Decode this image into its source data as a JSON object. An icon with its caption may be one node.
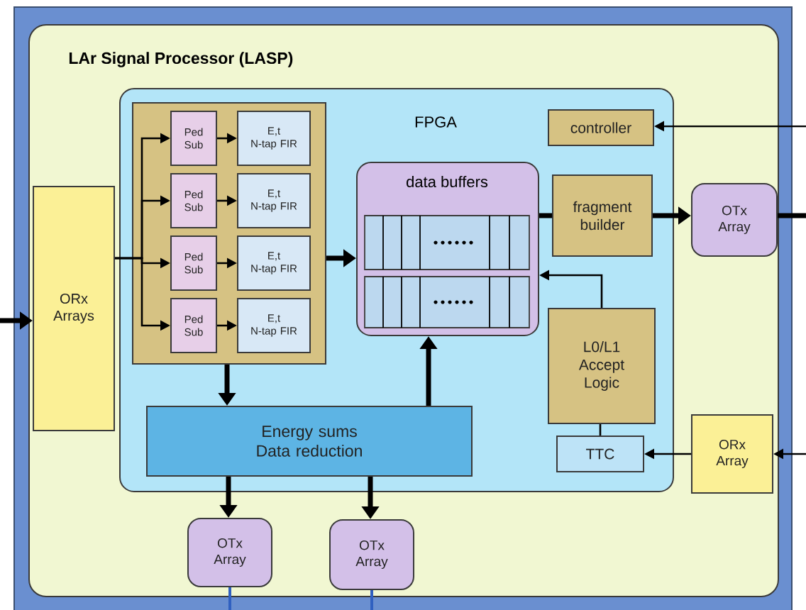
{
  "diagram": {
    "nodes": [
      {
        "text": [
          "LAr Signal Processor (LASP)"
        ]
      },
      {
        "text": [
          "FPGA"
        ],
        "in": 0
      },
      {
        "text": [
          "ORx Arrays"
        ],
        "in": 0
      },
      {
        "text": [],
        "shape": "box",
        "in": 1
      },
      {
        "text": [
          "Ped Sub"
        ],
        "in": 3
      },
      {
        "text": [
          "E,t",
          "N-tap FIR"
        ],
        "in": 3
      },
      {
        "text": [
          "Ped Sub"
        ],
        "in": 3
      },
      {
        "text": [
          "E,t",
          "N-tap FIR"
        ],
        "in": 3
      },
      {
        "text": [
          "Ped Sub"
        ],
        "in": 3
      },
      {
        "text": [
          "E,t",
          "N-tap FIR"
        ],
        "in": 3
      },
      {
        "text": [
          "Ped Sub"
        ],
        "in": 3
      },
      {
        "text": [
          "E,t",
          "N-tap FIR"
        ],
        "in": 3
      },
      {
        "text": [
          "data buffers"
        ],
        "in": 1
      },
      {
        "text": [
          "controller"
        ],
        "in": 1
      },
      {
        "text": [
          "fragment builder"
        ],
        "in": 1
      },
      {
        "text": [
          "L0/L1 Accept Logic"
        ],
        "in": 1
      },
      {
        "text": [
          "TTC"
        ],
        "in": 1
      },
      {
        "text": [
          "Energy sums Data reduction"
        ],
        "in": 1
      },
      {
        "text": [
          "OTx Array"
        ],
        "in": 0
      },
      {
        "text": [
          "ORx Array"
        ],
        "in": 0
      },
      {
        "text": [
          "OTx Array"
        ],
        "in": 0
      },
      {
        "text": [
          "OTx Array"
        ],
        "in": 0
      }
    ],
    "edges": [
      {
        "from": null,
        "to": 2,
        "arrow": "to",
        "style": "thick"
      },
      {
        "from": 2,
        "to": 4,
        "arrow": "to"
      },
      {
        "from": 2,
        "to": 6,
        "arrow": "to"
      },
      {
        "from": 2,
        "to": 8,
        "arrow": "to"
      },
      {
        "from": 2,
        "to": 10,
        "arrow": "to"
      },
      {
        "from": 4,
        "to": 5,
        "arrow": "to"
      },
      {
        "from": 6,
        "to": 7,
        "arrow": "to"
      },
      {
        "from": 8,
        "to": 9,
        "arrow": "to"
      },
      {
        "from": 10,
        "to": 11,
        "arrow": "to"
      },
      {
        "from": 3,
        "to": 12,
        "arrow": "to",
        "style": "thick"
      },
      {
        "from": 3,
        "to": 17,
        "arrow": "to",
        "style": "thick"
      },
      {
        "from": 17,
        "to": 12,
        "arrow": "to",
        "style": "thick"
      },
      {
        "from": 17,
        "to": 20,
        "arrow": "to",
        "style": "thick"
      },
      {
        "from": 17,
        "to": 21,
        "arrow": "to",
        "style": "thick"
      },
      {
        "from": 12,
        "to": 14,
        "arrow": "none",
        "style": "thick"
      },
      {
        "from": 14,
        "to": 18,
        "arrow": "to",
        "style": "thick"
      },
      {
        "from": 18,
        "to": null,
        "arrow": "none",
        "style": "thick"
      },
      {
        "from": null,
        "to": 13,
        "arrow": "to"
      },
      {
        "from": 15,
        "to": 12,
        "arrow": "to"
      },
      {
        "from": 15,
        "to": 16,
        "arrow": "none"
      },
      {
        "from": 19,
        "to": 16,
        "arrow": "to"
      },
      {
        "from": null,
        "to": 19,
        "arrow": "to"
      },
      {
        "from": 20,
        "to": null,
        "arrow": "none",
        "color": "#3060c0"
      },
      {
        "from": 21,
        "to": null,
        "arrow": "none",
        "color": "#3060c0"
      }
    ]
  }
}
